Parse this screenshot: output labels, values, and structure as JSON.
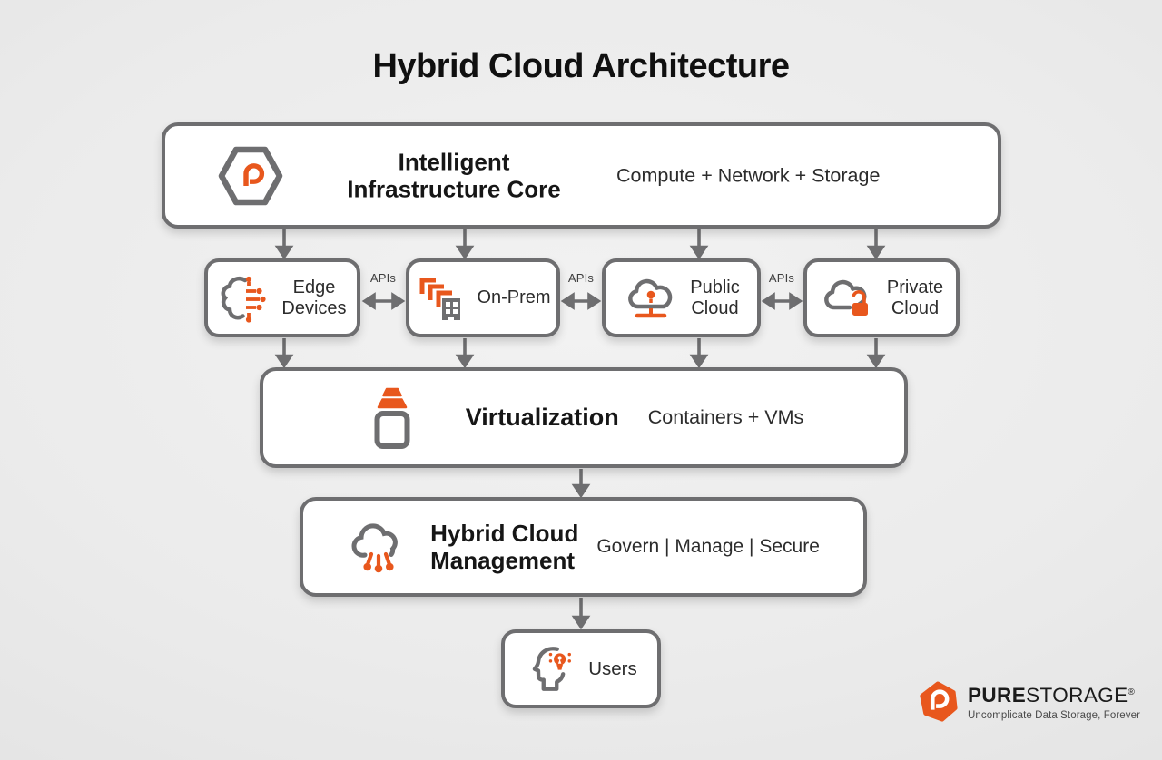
{
  "title": "Hybrid Cloud Architecture",
  "colors": {
    "accent_orange": "#E8571D",
    "line_gray": "#6E6E70",
    "box_fill": "#FFFFFF",
    "background": "#ECECEC",
    "text_dark": "#161616"
  },
  "core": {
    "title_line1": "Intelligent",
    "title_line2": "Infrastructure Core",
    "subtitle": "Compute + Network + Storage"
  },
  "nodes": {
    "edge_devices": {
      "line1": "Edge",
      "line2": "Devices"
    },
    "on_prem": {
      "label": "On-Prem"
    },
    "public_cloud": {
      "line1": "Public",
      "line2": "Cloud"
    },
    "private_cloud": {
      "line1": "Private",
      "line2": "Cloud"
    }
  },
  "api_labels": [
    "APIs",
    "APIs",
    "APIs"
  ],
  "virtualization": {
    "title": "Virtualization",
    "subtitle": "Containers + VMs"
  },
  "management": {
    "title_line1": "Hybrid Cloud",
    "title_line2": "Management",
    "subtitle": "Govern | Manage | Secure"
  },
  "users": {
    "label": "Users"
  },
  "logo": {
    "brand_bold": "PURE",
    "brand_light": "STORAGE",
    "registered": "®",
    "tagline": "Uncomplicate Data Storage, Forever"
  },
  "icons": {
    "core": "pure-hexagon",
    "edge_devices": "brain-circuit",
    "on_prem": "brackets-building",
    "public_cloud": "cloud-network-pin",
    "private_cloud": "cloud-open-lock",
    "virtualization": "container-stack",
    "management": "cloud-streams",
    "users": "head-lightbulb",
    "logo": "pure-storage-mark"
  }
}
